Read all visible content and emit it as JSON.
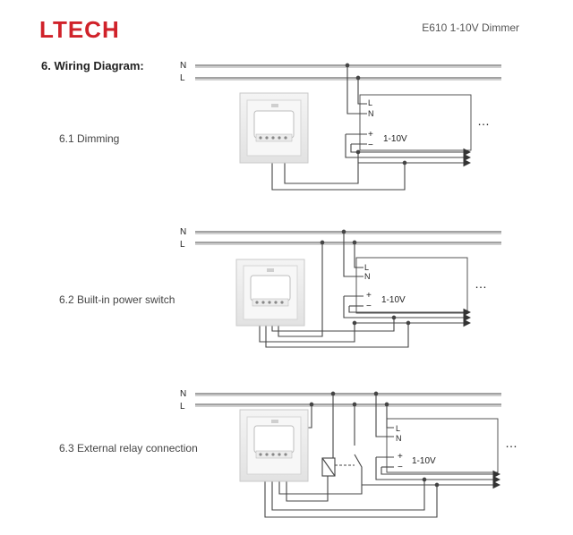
{
  "header": {
    "brand": "LTECH",
    "doc_title": "E610   1-10V Dimmer"
  },
  "section": {
    "title": "6. Wiring Diagram:"
  },
  "diagrams": [
    {
      "label": "6.1 Dimming",
      "n_label": "N",
      "l_label": "L",
      "driver_l": "L",
      "driver_n": "N",
      "plus": "+",
      "minus": "−",
      "signal": "1-10V",
      "ellipsis": "…"
    },
    {
      "label": "6.2 Built-in power switch",
      "n_label": "N",
      "l_label": "L",
      "driver_l": "L",
      "driver_n": "N",
      "plus": "+",
      "minus": "−",
      "signal": "1-10V",
      "ellipsis": "…"
    },
    {
      "label": "6.3 External relay connection",
      "n_label": "N",
      "l_label": "L",
      "driver_l": "L",
      "driver_n": "N",
      "plus": "+",
      "minus": "−",
      "signal": "1-10V",
      "ellipsis": "…"
    }
  ]
}
